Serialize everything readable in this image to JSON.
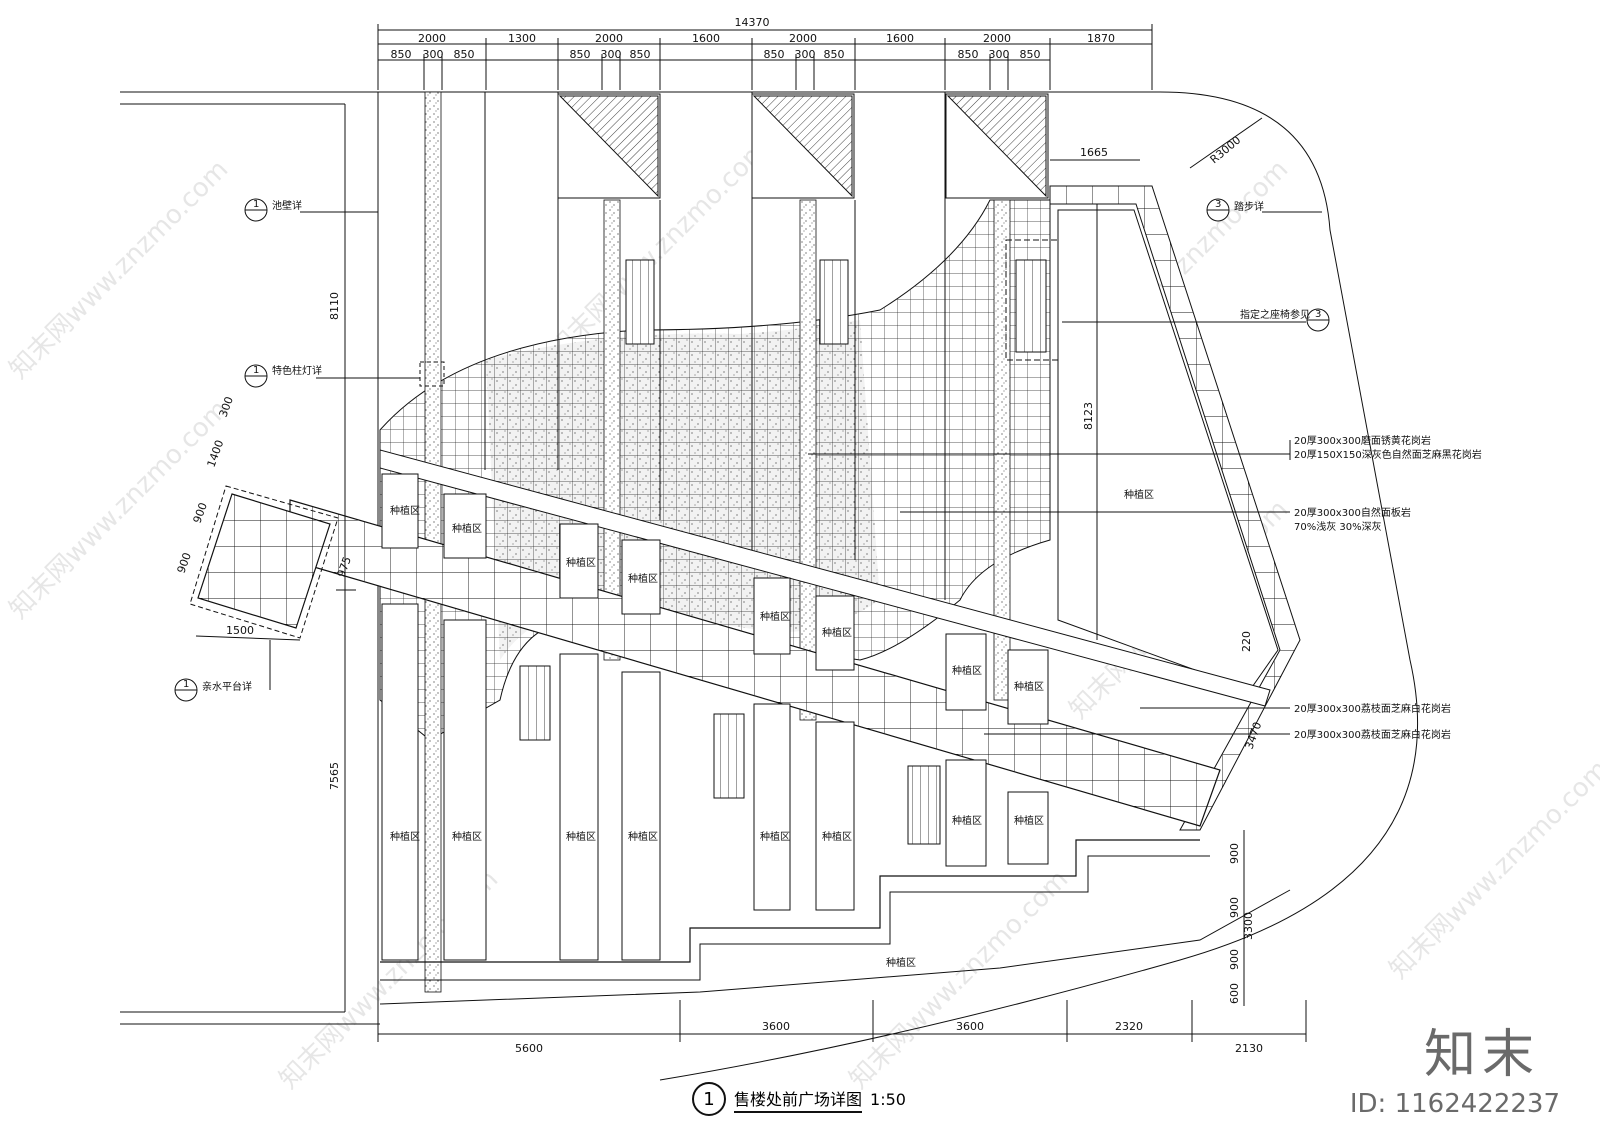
{
  "drawing": {
    "title": "售楼处前广场详图",
    "title_number": "1",
    "scale": "1:50",
    "brand": "知末",
    "id_text": "ID: 1162422237",
    "watermark": "知末网www.znzmo.com"
  },
  "dims_top": {
    "total": "14370",
    "row1": [
      "2000",
      "1300",
      "2000",
      "1600",
      "2000",
      "1600",
      "2000",
      "1870"
    ],
    "row2": [
      "850",
      "300",
      "850",
      "850",
      "300",
      "850",
      "850",
      "300",
      "850",
      "850",
      "300",
      "850"
    ]
  },
  "dims_bottom": [
    "5600",
    "3600",
    "3600",
    "2320",
    "2130"
  ],
  "dims_left": [
    "8110",
    "7565"
  ],
  "dims_platform": [
    "300",
    "1400",
    "900",
    "900",
    "1500",
    "975"
  ],
  "dims_right": [
    "1665",
    "8123",
    "R3000",
    "220",
    "3470",
    "900",
    "900",
    "900",
    "600",
    "3300"
  ],
  "callouts": [
    {
      "num": "1",
      "text": "池壁详"
    },
    {
      "num": "1",
      "text": "特色柱灯详"
    },
    {
      "num": "1",
      "text": "亲水平台详"
    },
    {
      "num": "3",
      "text": "踏步详"
    },
    {
      "num": "3",
      "text": "指定之座椅参见"
    }
  ],
  "material_notes": [
    "20厚300x300磨面锈黄花岗岩",
    "20厚150X150深灰色自然面芝麻黑花岗岩",
    "20厚300x300自然面板岩",
    "70%浅灰 30%深灰",
    "20厚300x300荔枝面芝麻白花岗岩",
    "20厚300x300荔枝面芝麻白花岗岩"
  ],
  "zone_label": "种植区"
}
